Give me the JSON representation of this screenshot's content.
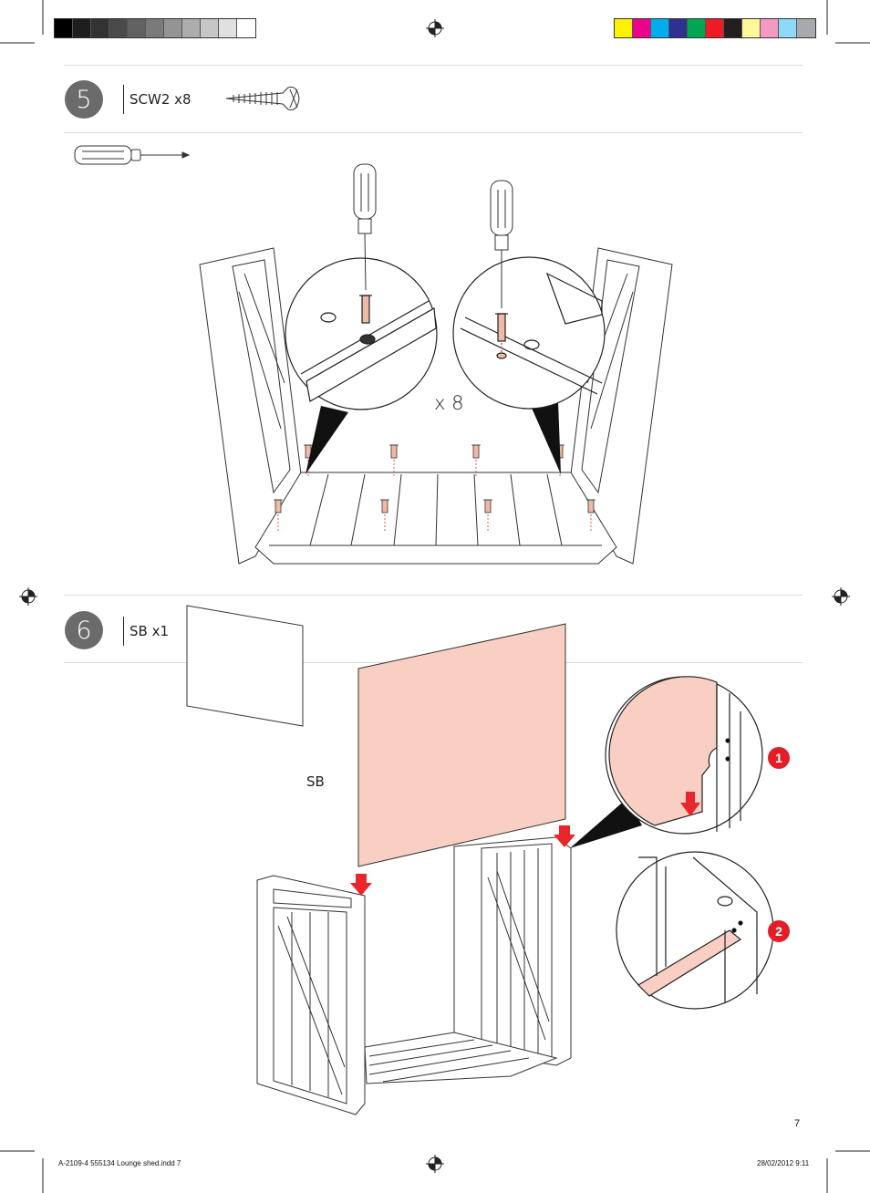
{
  "colors": {
    "panel_pink": "#f8cfc2",
    "arrow_red": "#e8262c",
    "badge_gray": "#6b6b6b",
    "rule_gray": "#dcdcdc"
  },
  "grayscale_bar": [
    "#000000",
    "#1e1e1e",
    "#333333",
    "#4a4a4a",
    "#626262",
    "#7a7a7a",
    "#949494",
    "#adadad",
    "#c6c6c6",
    "#e0e0e0",
    "#ffffff"
  ],
  "color_bar": [
    "#fff200",
    "#ec008c",
    "#00aeef",
    "#2e3192",
    "#00a651",
    "#ed1c24",
    "#231f20",
    "#fff799",
    "#f49ac1",
    "#8ed8f8",
    "#a7a9ac"
  ],
  "step5": {
    "number": "5",
    "parts_label": "SCW2 x8",
    "tool_icon": "screwdriver-icon",
    "part_icon": "screw-icon",
    "quantity_label": "x 8"
  },
  "step6": {
    "number": "6",
    "parts_label": "SB x1",
    "panel_label": "SB",
    "callouts": [
      "1",
      "2"
    ]
  },
  "footer": {
    "page_number": "7",
    "file_name": "A-2109-4 555134 Lounge shed.indd   7",
    "timestamp": "28/02/2012   9:11"
  }
}
